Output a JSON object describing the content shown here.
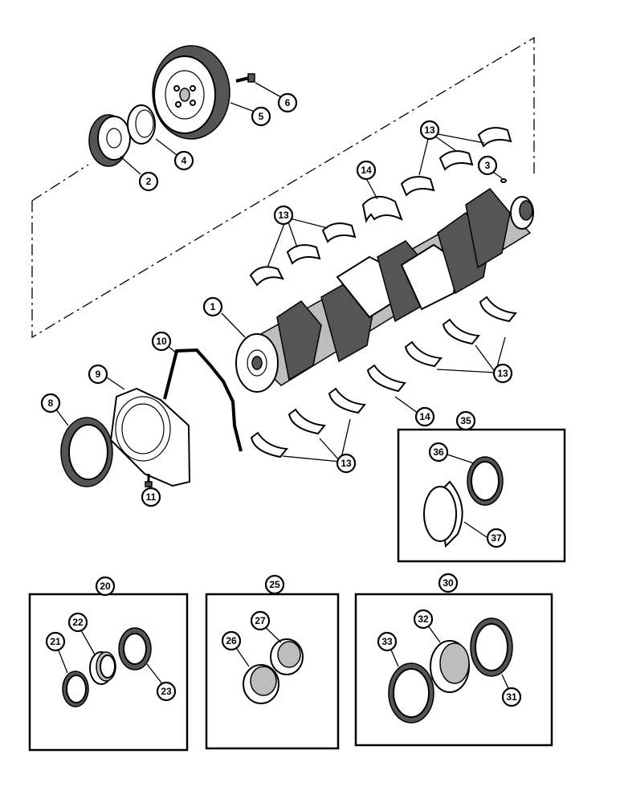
{
  "callouts": {
    "c1": "1",
    "c2": "2",
    "c3": "3",
    "c4": "4",
    "c5": "5",
    "c6": "6",
    "c8": "8",
    "c9": "9",
    "c10": "10",
    "c11": "11",
    "c13a": "13",
    "c13b": "13",
    "c13c": "13",
    "c13d": "13",
    "c14a": "14",
    "c14b": "14",
    "c20": "20",
    "c21": "21",
    "c22": "22",
    "c23": "23",
    "c25": "25",
    "c26": "26",
    "c27": "27",
    "c30": "30",
    "c31": "31",
    "c32": "32",
    "c33": "33",
    "c35": "35",
    "c36": "36",
    "c37": "37"
  }
}
